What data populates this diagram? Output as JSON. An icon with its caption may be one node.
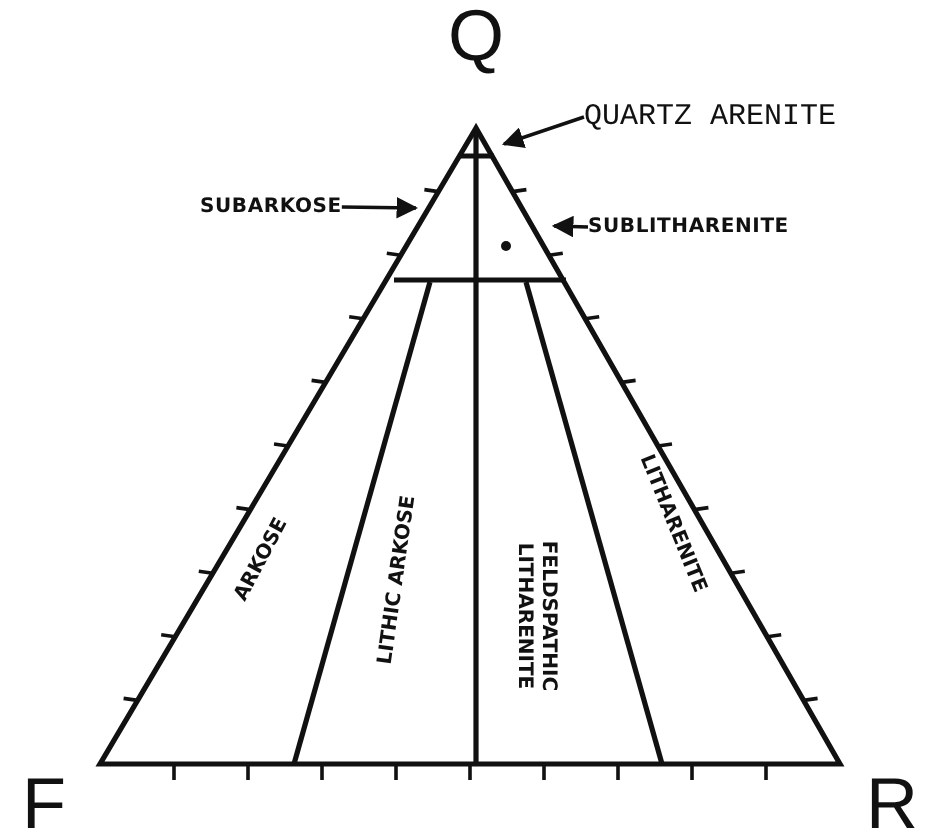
{
  "diagram": {
    "nodes": [
      {
        "text": [
          "QUARTZ ARENITE"
        ]
      },
      {
        "text": [
          "SUBARKOSE"
        ]
      },
      {
        "text": [
          "SUBLITHARENITE"
        ]
      }
    ],
    "edges": [
      {
        "from": 0,
        "to": null,
        "arrow": "to"
      },
      {
        "from": 1,
        "to": null,
        "arrow": "to"
      },
      {
        "from": 2,
        "to": null,
        "arrow": "to"
      }
    ],
    "labels": [
      "Q",
      "F",
      "R",
      "ARKOSE",
      "LITHIC ARKOSE",
      "FELDSPATHIC LITHARENITE",
      "LITHARENITE"
    ]
  }
}
